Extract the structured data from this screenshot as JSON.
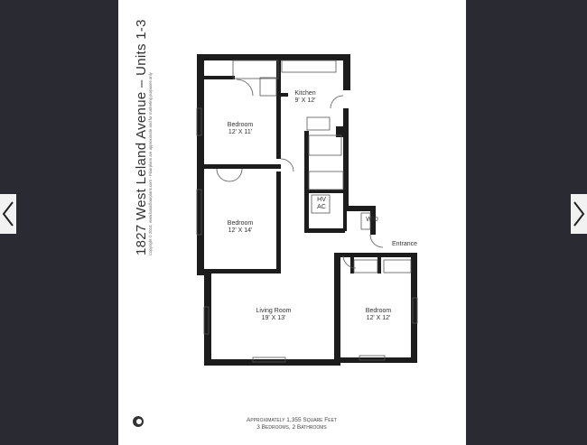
{
  "viewer": {
    "prev_icon": "chevron-left-icon",
    "next_icon": "chevron-right-icon",
    "background_color": "#2a2a33"
  },
  "floorplan": {
    "title": "1827 West Leland Avenue – Units 1-3",
    "copyright": "Copyright © 2014, www.basicfloorplans.com - Floorplans are approximate and for marketing purposes only",
    "rooms": [
      {
        "name": "Kitchen",
        "size": "9' X 12'"
      },
      {
        "name": "Bedroom",
        "size": "12' X 11'"
      },
      {
        "name": "Bedroom",
        "size": "12' X 14'"
      },
      {
        "name": "Living Room",
        "size": "19' X 13'"
      },
      {
        "name": "Bedroom",
        "size": "12' X 12'"
      }
    ],
    "hvac_label_1": "HV",
    "hvac_label_2": "AC",
    "wd_label": "W/D",
    "entrance_label": "Entrance",
    "footer_line1": "Approximately 1,355 Square Feet",
    "footer_line2": "3 Bedrooms, 2 Bathrooms"
  }
}
